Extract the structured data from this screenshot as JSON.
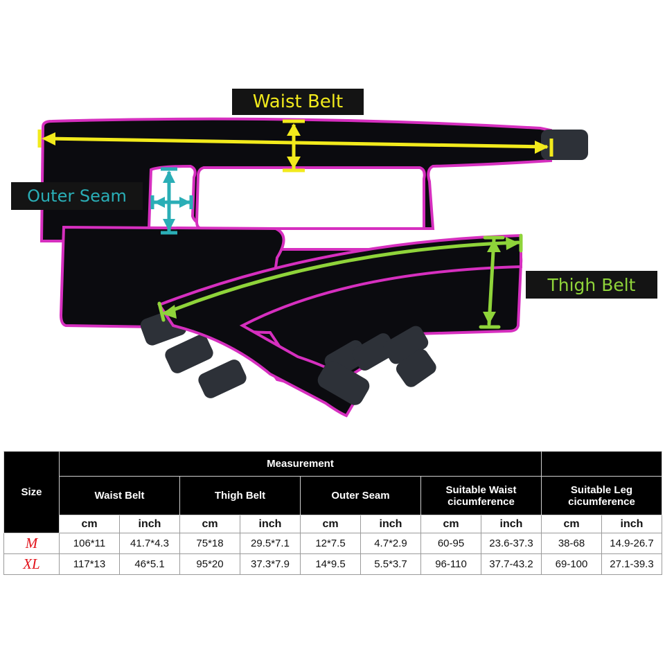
{
  "labels": {
    "waist_belt": "Waist Belt",
    "outer_seam": "Outer Seam",
    "thigh_belt": "Thigh Belt"
  },
  "colors": {
    "belt_fabric": "#0b0b0f",
    "trim": "#d62fbf",
    "strap_tab": "#2d3138",
    "waist_arrow": "#f2ea1c",
    "outer_arrow": "#2aaeb6",
    "thigh_arrow": "#8fd43a",
    "size_label": "#e2131b"
  },
  "table": {
    "size_header": "Size",
    "measurement_header": "Measurement",
    "groups": [
      "Waist Belt",
      "Thigh Belt",
      "Outer Seam",
      "Suitable Waist cicumference",
      "Suitable Leg cicumference"
    ],
    "units": [
      "cm",
      "inch",
      "cm",
      "inch",
      "cm",
      "inch",
      "cm",
      "inch",
      "cm",
      "inch"
    ],
    "rows": [
      {
        "size": "M",
        "values": [
          "106*11",
          "41.7*4.3",
          "75*18",
          "29.5*7.1",
          "12*7.5",
          "4.7*2.9",
          "60-95",
          "23.6-37.3",
          "38-68",
          "14.9-26.7"
        ]
      },
      {
        "size": "XL",
        "values": [
          "117*13",
          "46*5.1",
          "95*20",
          "37.3*7.9",
          "14*9.5",
          "5.5*3.7",
          "96-110",
          "37.7-43.2",
          "69-100",
          "27.1-39.3"
        ]
      }
    ]
  }
}
